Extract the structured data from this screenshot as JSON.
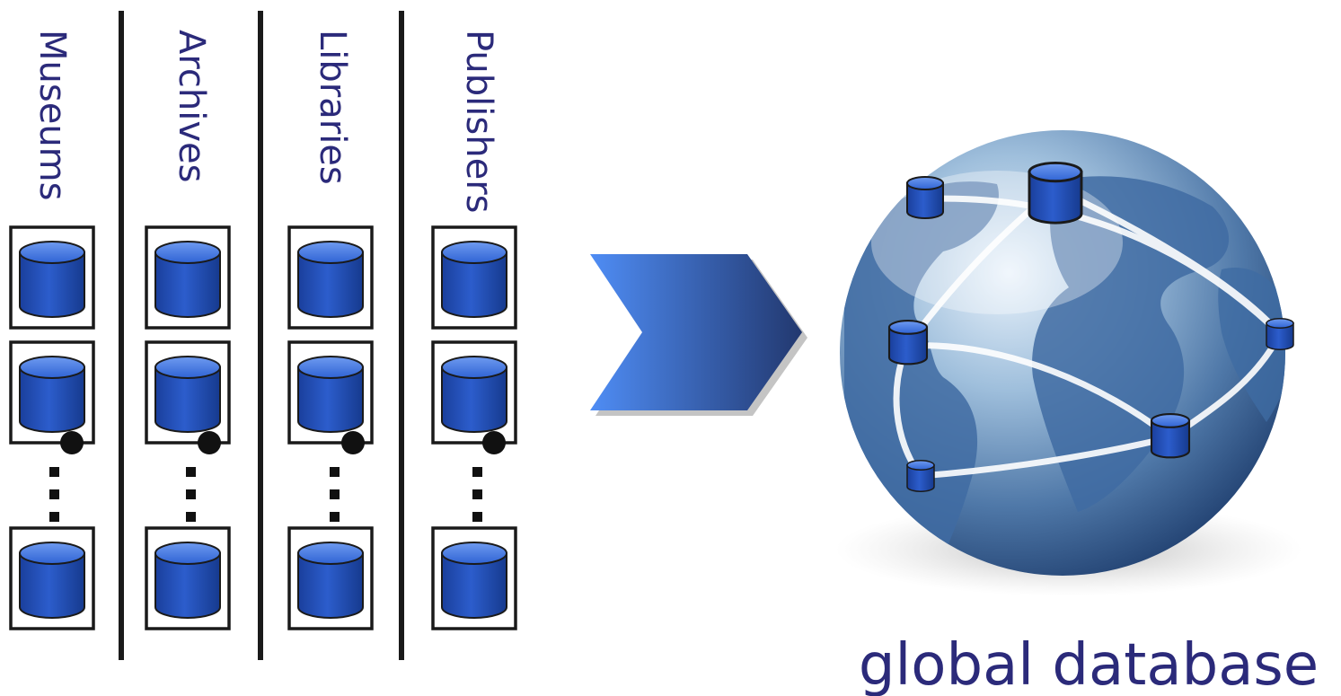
{
  "columns": [
    {
      "label": "Museums"
    },
    {
      "label": "Archives"
    },
    {
      "label": "Libraries"
    },
    {
      "label": "Publishers"
    }
  ],
  "caption": "global database",
  "colors": {
    "text": "#2b2a7a",
    "db_top": "#3f74d6",
    "db_body": "#1c49b0",
    "divider": "#1a1a1a",
    "arrow_light": "#4b86ef",
    "arrow_dark": "#233a7c"
  },
  "icons": {
    "database": "database-cylinder-icon",
    "arrow": "chevron-arrow-icon",
    "globe": "globe-network-icon"
  }
}
